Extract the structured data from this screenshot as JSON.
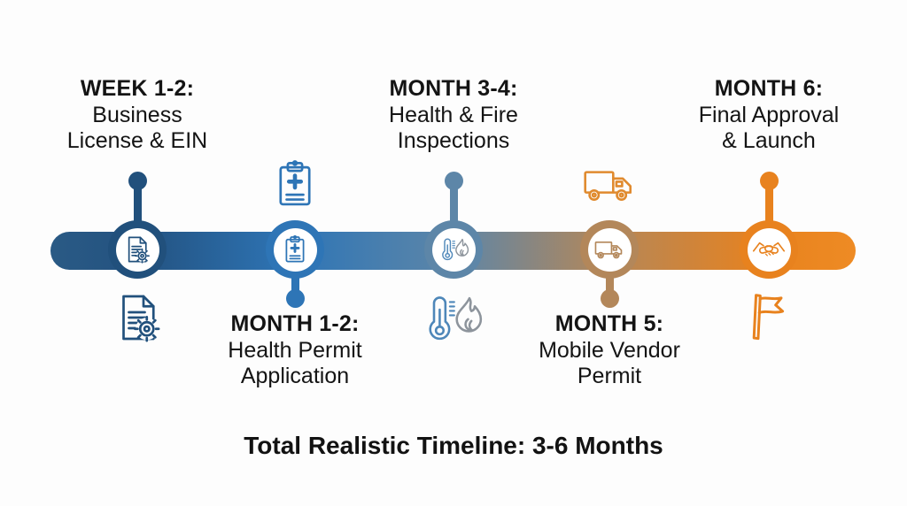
{
  "title": "Total Realistic Timeline: 3-6 Months",
  "colors": {
    "background": "#fdfdfd",
    "text": "#141414",
    "bar_gradient": "linear-gradient(90deg, #2a5a85 0%, #235280 11%, #2e75b6 30%, #5d86a8 50%, #b3875a 69%, #e8821e 89%, #ee8b24 100%)",
    "gradient_stops": [
      "#2a5a85",
      "#235280",
      "#2e75b6",
      "#5d86a8",
      "#b3875a",
      "#e8821e",
      "#ee8b24"
    ]
  },
  "milestones": [
    {
      "heading": "WEEK 1-2:",
      "line1": "Business",
      "line2": "License & EIN",
      "label_position": "above",
      "accent": "#21507c",
      "decor_color": "#21507c",
      "icon": "document-gear-icon",
      "decor_icon": "document-gear-icon"
    },
    {
      "heading": "MONTH 1-2:",
      "line1": "Health Permit",
      "line2": "Application",
      "label_position": "below",
      "accent": "#2e75b6",
      "decor_color": "#2e75b6",
      "icon": "clipboard-medical-icon",
      "decor_icon": "clipboard-medical-icon"
    },
    {
      "heading": "MONTH 3-4:",
      "line1": "Health & Fire",
      "line2": "Inspections",
      "label_position": "above",
      "accent": "#5d86a8",
      "decor_color": "#5d86a8",
      "thermo_color": "#4e87b9",
      "flame_color": "#8d949c",
      "icon": "thermometer-flame-icon",
      "decor_icon": "thermometer-flame-icon"
    },
    {
      "heading": "MONTH 5:",
      "line1": "Mobile Vendor",
      "line2": "Permit",
      "label_position": "below",
      "accent": "#b3875a",
      "decor_color": "#e08a2e",
      "icon": "truck-icon",
      "decor_icon": "truck-icon"
    },
    {
      "heading": "MONTH 6:",
      "line1": "Final Approval",
      "line2": "& Launch",
      "label_position": "above",
      "accent": "#e8821e",
      "decor_color": "#e8821e",
      "icon": "handshake-icon",
      "decor_icon": "flag-icon"
    }
  ]
}
